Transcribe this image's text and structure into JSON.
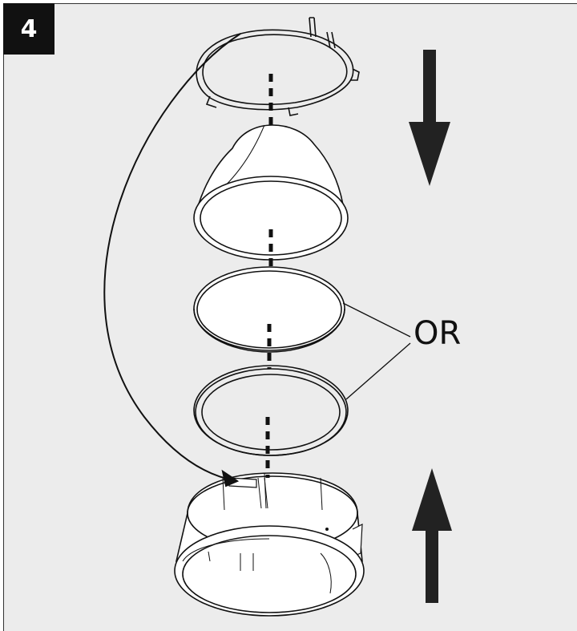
{
  "step": {
    "number": "4"
  },
  "labels": {
    "or": "OR"
  },
  "parts": [
    {
      "name": "retaining-clip-ring"
    },
    {
      "name": "cone-reflector"
    },
    {
      "name": "lens-disc"
    },
    {
      "name": "trim-ring"
    },
    {
      "name": "housing-cylinder"
    }
  ],
  "arrows": {
    "top": "down",
    "bottom": "up"
  },
  "colors": {
    "background": "#ececec",
    "ink": "#111111",
    "arrow": "#222222",
    "part_fill": "#ffffff"
  }
}
